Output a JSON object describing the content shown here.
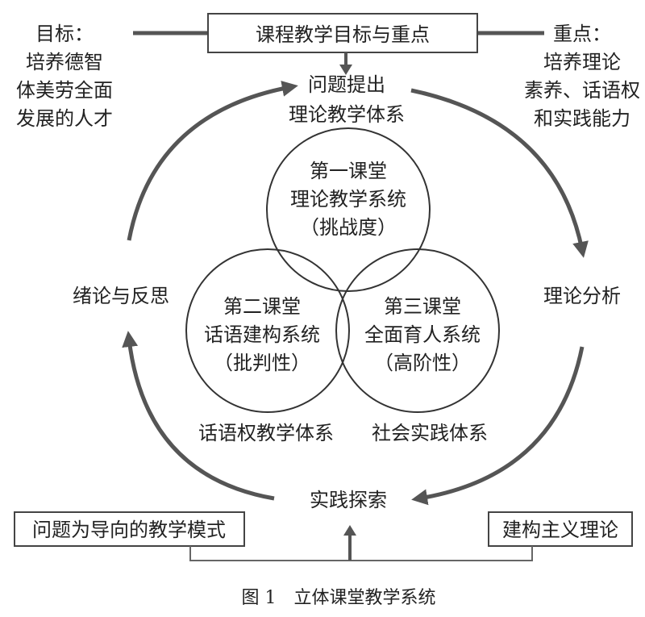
{
  "title_box": "课程教学目标与重点",
  "left_note": {
    "heading": "目标：",
    "lines": [
      "培养德智",
      "体美劳全面",
      "发展的人才"
    ]
  },
  "right_note": {
    "heading": "重点：",
    "lines": [
      "培养理论",
      "素养、话语权",
      "和实践能力"
    ]
  },
  "cycle": {
    "top": [
      "问题提出",
      "理论教学体系"
    ],
    "right": "理论分析",
    "bottom": "实践探索",
    "left": "绪论与反思"
  },
  "circles": [
    {
      "lines": [
        "第一课堂",
        "理论教学系统",
        "（挑战度）"
      ]
    },
    {
      "lines": [
        "第二课堂",
        "话语建构系统",
        "（批判性）"
      ]
    },
    {
      "lines": [
        "第三课堂",
        "全面育人系统",
        "（高阶性）"
      ]
    }
  ],
  "lower_labels": {
    "left": "话语权教学体系",
    "right": "社会实践体系"
  },
  "bottom_boxes": {
    "left": "问题为导向的教学模式",
    "right": "建构主义理论"
  },
  "caption": "图 1　立体课堂教学系统"
}
